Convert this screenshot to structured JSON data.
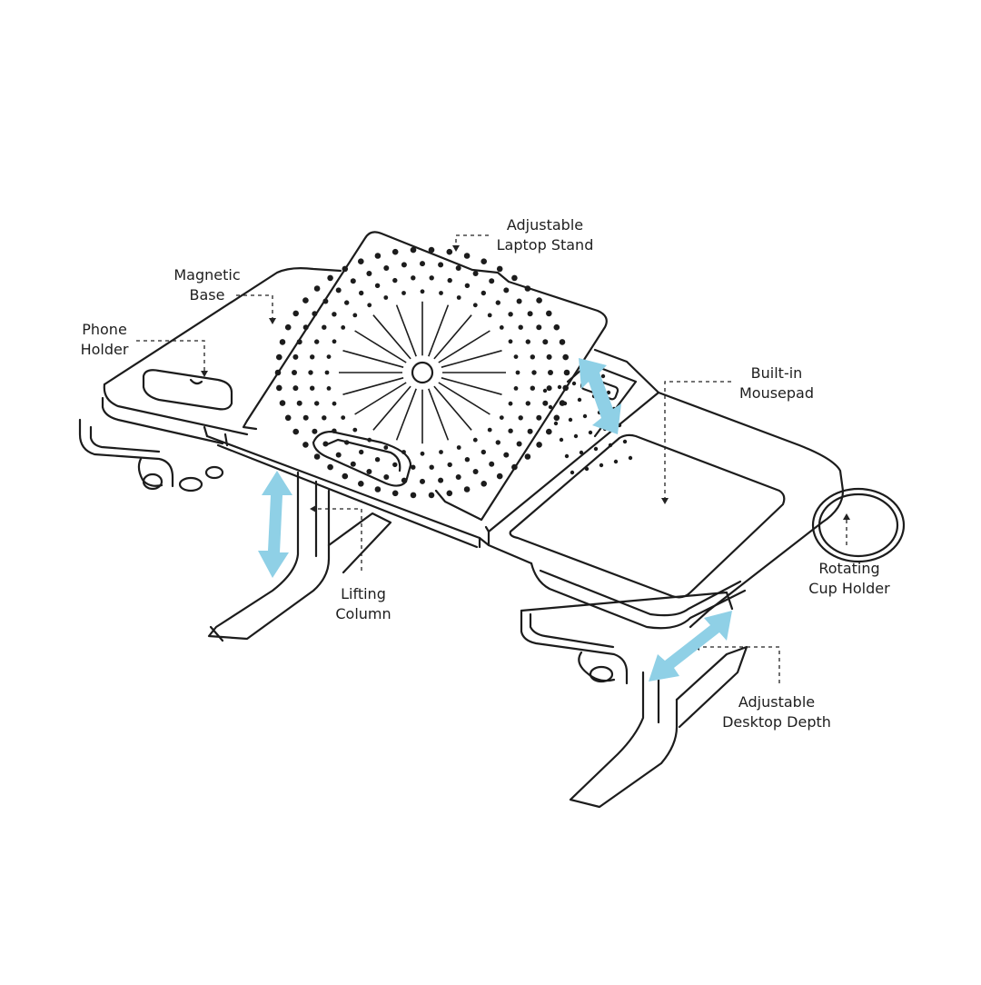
{
  "labels": {
    "laptop_stand": {
      "line1": "Adjustable",
      "line2": "Laptop Stand"
    },
    "magnetic_base": {
      "line1": "Magnetic",
      "line2": "Base"
    },
    "phone_holder": {
      "line1": "Phone",
      "line2": "Holder"
    },
    "mousepad": {
      "line1": "Built-in",
      "line2": "Mousepad"
    },
    "cup_holder": {
      "line1": "Rotating",
      "line2": "Cup Holder"
    },
    "lifting_column": {
      "line1": "Lifting",
      "line2": "Column"
    },
    "desktop_depth": {
      "line1": "Adjustable",
      "line2": "Desktop Depth"
    }
  },
  "colors": {
    "outline": "#1c1c1c",
    "arrow": "#8fd0e6",
    "background": "#ffffff",
    "leader": "#222222"
  }
}
